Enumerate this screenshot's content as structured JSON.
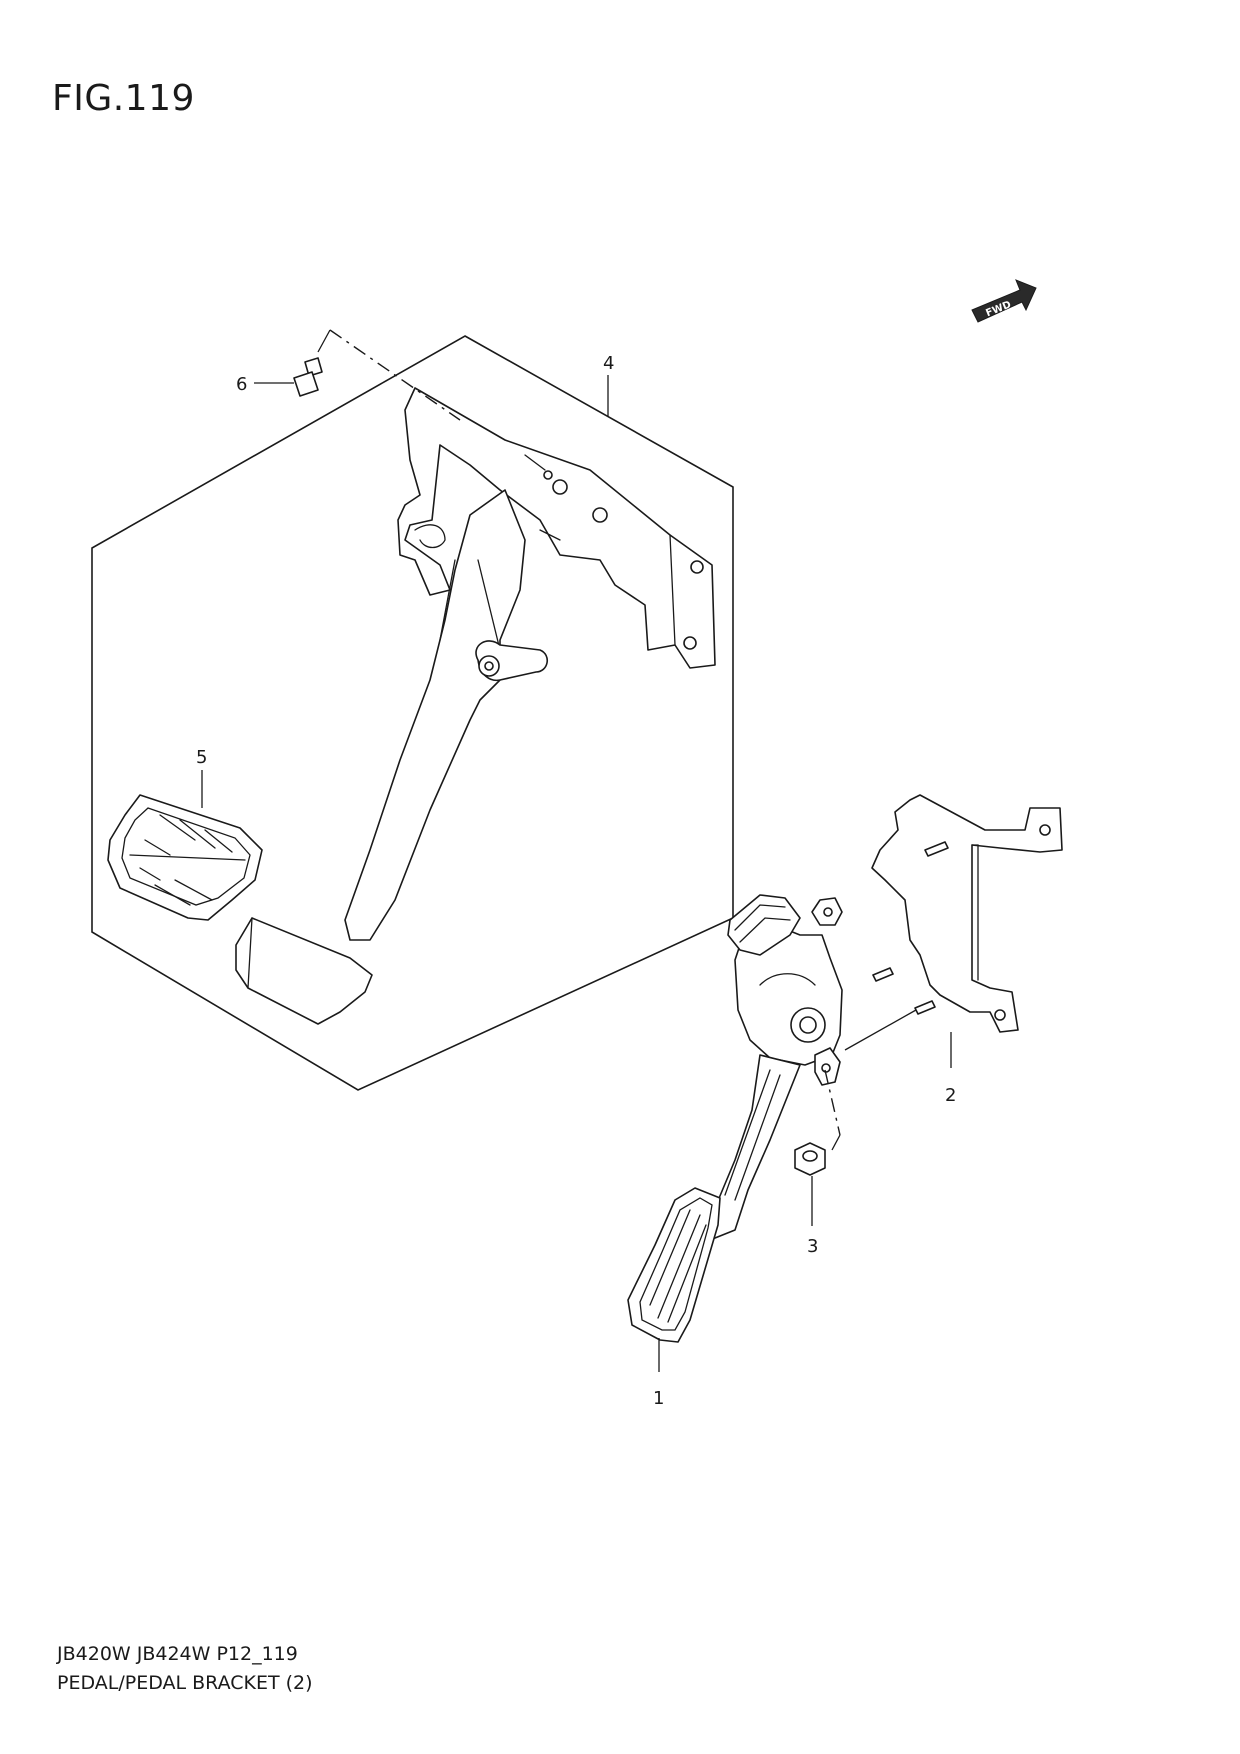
{
  "figure": {
    "title": "FIG.119"
  },
  "direction_marker": {
    "label": "FWD",
    "icon": "fwd-arrow-icon"
  },
  "callouts": [
    "1",
    "2",
    "3",
    "4",
    "5",
    "6"
  ],
  "footer": {
    "model_code": "JB420W JB424W P12_119",
    "section_name": "PEDAL/PEDAL BRACKET (2)"
  }
}
